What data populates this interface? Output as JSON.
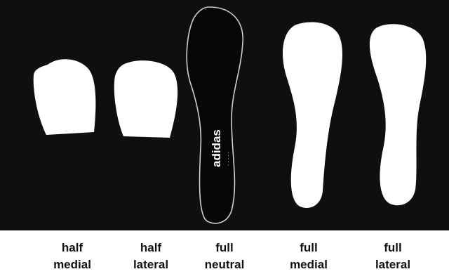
{
  "photo": {
    "background": "#050505",
    "insole_fill": "#ffffff",
    "outline_stroke": "#cfcfcf",
    "brand_text": "adidas",
    "brand_dots": ". . . . ."
  },
  "insoles": [
    {
      "line1": "half",
      "line2": "medial"
    },
    {
      "line1": "half",
      "line2": "lateral"
    },
    {
      "line1": "full",
      "line2": "neutral"
    },
    {
      "line1": "full",
      "line2": "medial"
    },
    {
      "line1": "full",
      "line2": "lateral"
    }
  ]
}
